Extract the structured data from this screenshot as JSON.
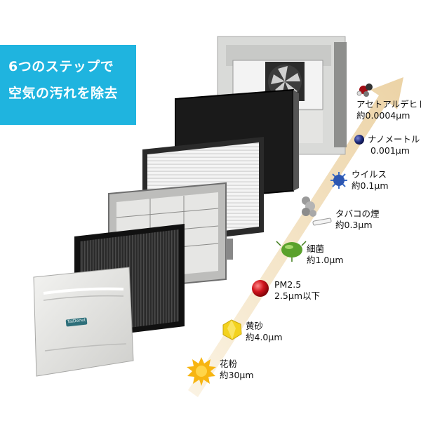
{
  "headline": {
    "line1": "6つのステップで",
    "line2": "空気の汚れを除去"
  },
  "particles": [
    {
      "name": "アセトアルデヒド",
      "size": "約0.0004μm",
      "icon": "acetaldehyde-molecule-icon"
    },
    {
      "name": "ナノメートル",
      "size": "0.001μm",
      "icon": "nanometer-particle-icon"
    },
    {
      "name": "ウイルス",
      "size": "約0.1μm",
      "icon": "virus-icon"
    },
    {
      "name": "タバコの煙",
      "size": "約0.3μm",
      "icon": "cigarette-smoke-icon"
    },
    {
      "name": "細菌",
      "size": "約1.0μm",
      "icon": "bacteria-icon"
    },
    {
      "name": "PM2.5",
      "size": "2.5μm以下",
      "icon": "pm25-particle-icon"
    },
    {
      "name": "黄砂",
      "size": "約4.0μm",
      "icon": "yellow-sand-icon"
    },
    {
      "name": "花粉",
      "size": "約30μm",
      "icon": "pollen-icon"
    }
  ],
  "front_panel_logo": "TaiDenet",
  "colors": {
    "banner": "#1fb4df",
    "arrow": "#f1dcb4",
    "pm25": "#d0141c",
    "nanometer": "#1d2a7a",
    "virus": "#3f6fc6",
    "bacteria": "#5aa12c",
    "yellow_sand": "#f3d21e",
    "pollen": "#f7b511"
  }
}
